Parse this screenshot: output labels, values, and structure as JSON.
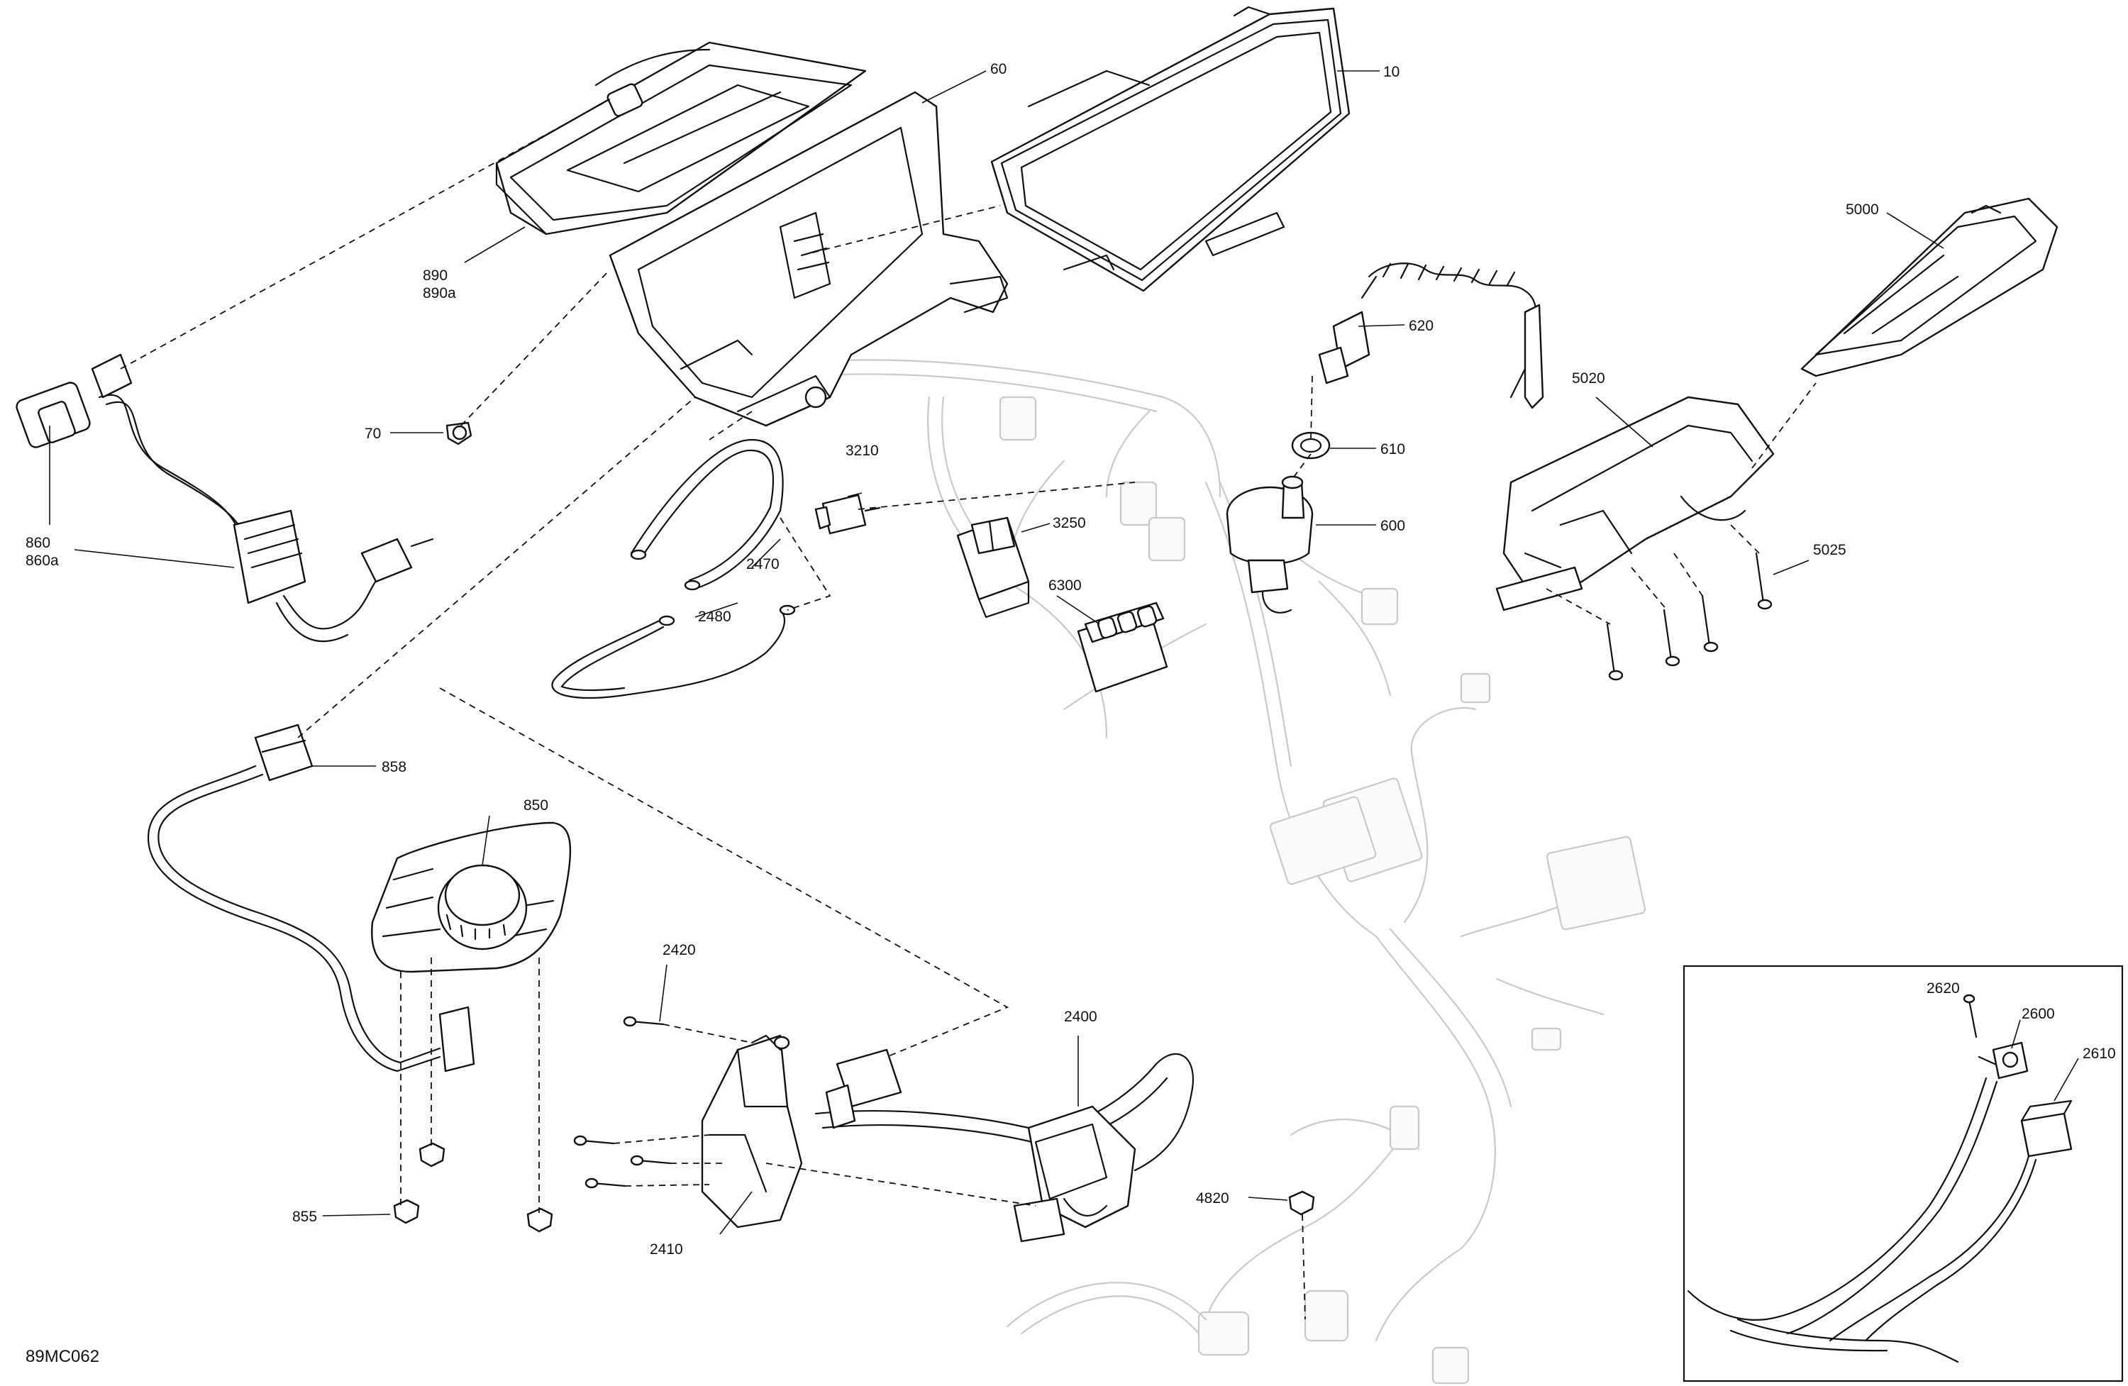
{
  "drawing_code": "89MC062",
  "callouts": {
    "c10": "10",
    "c60": "60",
    "c890": "890",
    "c890a": "890a",
    "c70": "70",
    "c860": "860",
    "c860a": "860a",
    "c620": "620",
    "c610": "610",
    "c600": "600",
    "c3210": "3210",
    "c3250": "3250",
    "c6300": "6300",
    "c2470": "2470",
    "c2480": "2480",
    "c858": "858",
    "c850": "850",
    "c855": "855",
    "c2420": "2420",
    "c2410": "2410",
    "c2400": "2400",
    "c4820": "4820",
    "c5000": "5000",
    "c5020": "5020",
    "c5025": "5025",
    "c2620": "2620",
    "c2600": "2600",
    "c2610": "2610"
  }
}
